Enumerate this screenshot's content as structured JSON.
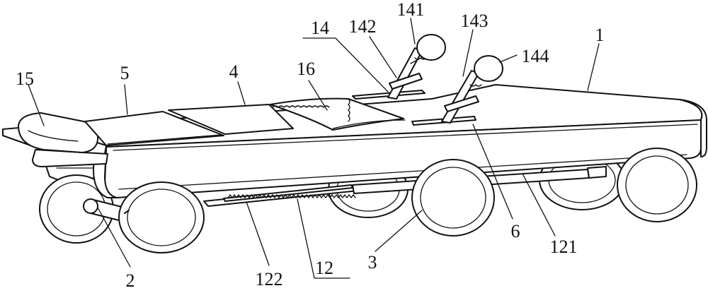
{
  "labels": {
    "l1": "1",
    "l2": "2",
    "l3": "3",
    "l4": "4",
    "l5": "5",
    "l6": "6",
    "l12": "12",
    "l14": "14",
    "l15": "15",
    "l16": "16",
    "l121": "121",
    "l122": "122",
    "l141": "141",
    "l142": "142",
    "l143": "143",
    "l144": "144"
  }
}
